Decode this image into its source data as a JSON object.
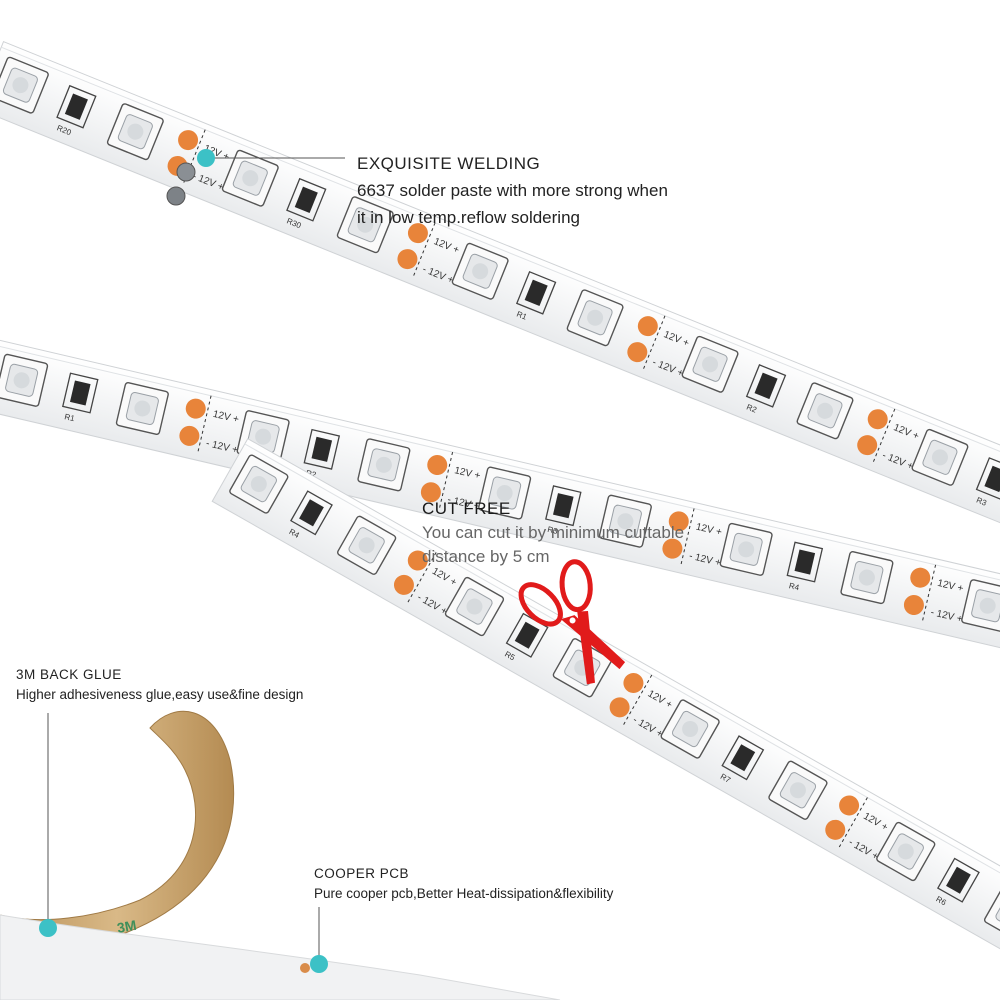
{
  "annotations": {
    "welding": {
      "title": "EXQUISITE WELDING",
      "line1": "6637 solder paste with more strong when",
      "line2": "it in low temp.reflow soldering"
    },
    "cut": {
      "title": "CUT FREE",
      "line1": "You can cut it by minimum cuttable",
      "line2": "distance by 5 cm"
    },
    "glue": {
      "title": "3M BACK GLUE",
      "desc": "Higher adhesiveness glue,easy use&fine design"
    },
    "pcb": {
      "title": "COOPER PCB",
      "desc": "Pure cooper pcb,Better Heat-dissipation&flexibility"
    }
  },
  "strip_labels": {
    "voltage": "12V",
    "plus": "+",
    "minus": "-",
    "resistors": [
      "R20",
      "R30",
      "R1",
      "R2",
      "R3",
      "R4",
      "R5",
      "R6",
      "R7"
    ],
    "tape_print": "3M"
  },
  "colors": {
    "marker": "#3cc1c6",
    "pcb": "#f4f5f6",
    "pad": "#e8843a",
    "scissors": "#e11b1b",
    "glue_tape": "#caa56e",
    "leader_line": "#555555"
  },
  "icons": [
    "scissors-icon",
    "marker-dot"
  ]
}
